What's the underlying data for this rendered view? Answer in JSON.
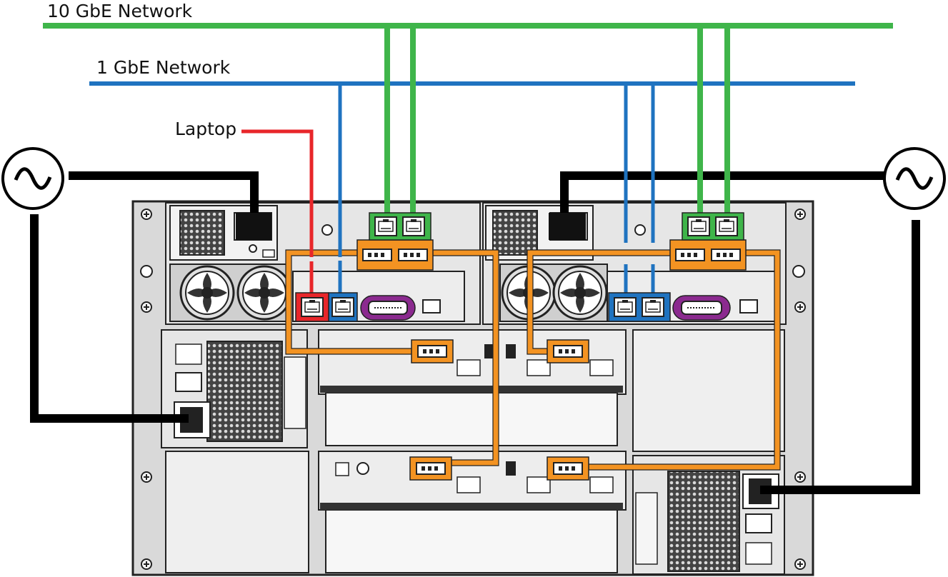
{
  "labels": {
    "network_10gbe": "10 GbE Network",
    "network_1gbe": "1 GbE Network",
    "laptop": "Laptop"
  },
  "colors": {
    "network_10gbe": "#3fb54a",
    "network_1gbe": "#1f73c0",
    "laptop_cable": "#e8262a",
    "sas_cable": "#f39322",
    "power_cable": "#000000",
    "serial_port": "#8b2a8f",
    "chassis": "#d9d9d9",
    "chassis_dark": "#333333"
  },
  "icons": {
    "ac_power_source": "ac-sine-wave-icon",
    "ethernet_port": "rj45-port-icon",
    "sas_port": "sas-connector-icon",
    "serial_port": "db9-serial-port-icon",
    "fan": "fan-grille-icon"
  }
}
